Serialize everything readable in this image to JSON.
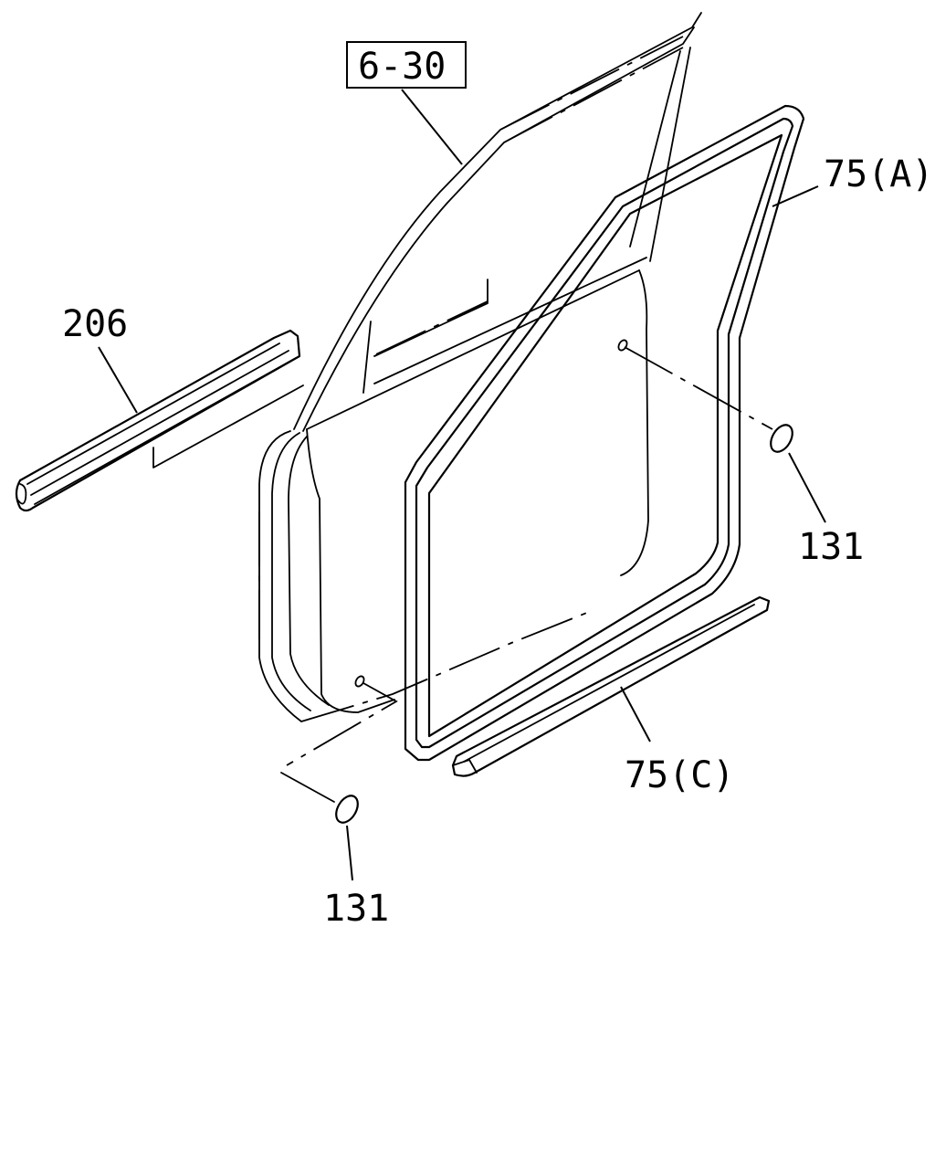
{
  "labels": {
    "ref_box": "6-30",
    "part_75a": "75(A)",
    "part_206": "206",
    "part_131_right": "131",
    "part_75c": "75(C)",
    "part_131_bottom": "131"
  }
}
